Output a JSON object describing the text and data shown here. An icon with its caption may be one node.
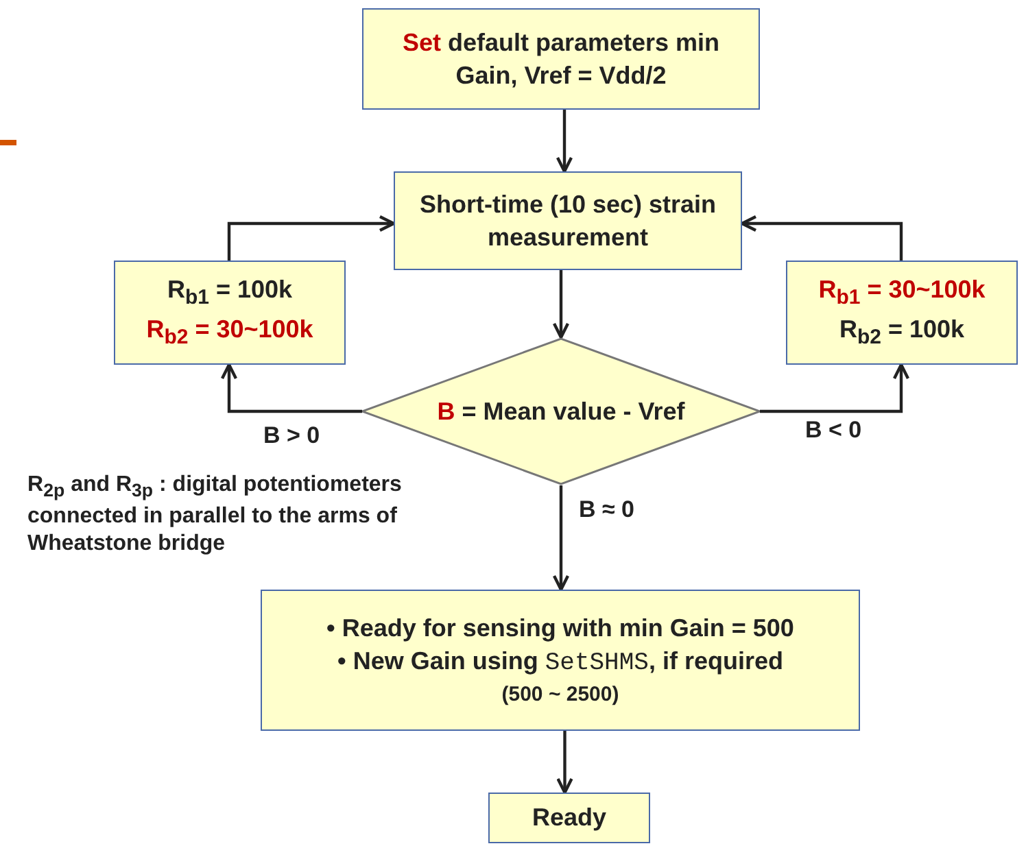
{
  "diagram": {
    "nodes": [
      {
        "text": [
          "**Set** default parameters min Gain, Vref = Vdd/2"
        ]
      },
      {
        "text": [
          "Short-time (10 sec) strain measurement"
        ]
      },
      {
        "text": [
          "R$_{b1}$ = 100k",
          "R$_{b2}$ = 30~100k"
        ]
      },
      {
        "text": [
          "**B** = Mean value - Vref"
        ]
      },
      {
        "text": [
          "R$_{b1}$ = 30~100k",
          "R$_{b2}$ = 100k"
        ]
      },
      {
        "text": [
          "• Ready for sensing with min Gain = 500",
          "• New Gain using *SetSHMS*, if required",
          "(500 ~ 2500)"
        ]
      },
      {
        "text": [
          "Ready"
        ]
      }
    ],
    "edges": [
      {
        "from": 0,
        "to": 1,
        "arrow": "to"
      },
      {
        "from": 1,
        "to": 3,
        "arrow": "to"
      },
      {
        "from": 3,
        "to": 2,
        "arrow": "to",
        "label": "B > 0"
      },
      {
        "from": 2,
        "to": 1,
        "arrow": "to"
      },
      {
        "from": 3,
        "to": 4,
        "arrow": "to",
        "label": "B < 0"
      },
      {
        "from": 4,
        "to": 1,
        "arrow": "to"
      },
      {
        "from": 3,
        "to": 5,
        "arrow": "to",
        "label": "B ≈ 0"
      },
      {
        "from": 5,
        "to": 6,
        "arrow": "to"
      }
    ],
    "labels": [
      "R$_{2p}$ and R$_{3p}$ : digital potentiometers connected in parallel to the arms of Wheatstone bridge"
    ]
  }
}
